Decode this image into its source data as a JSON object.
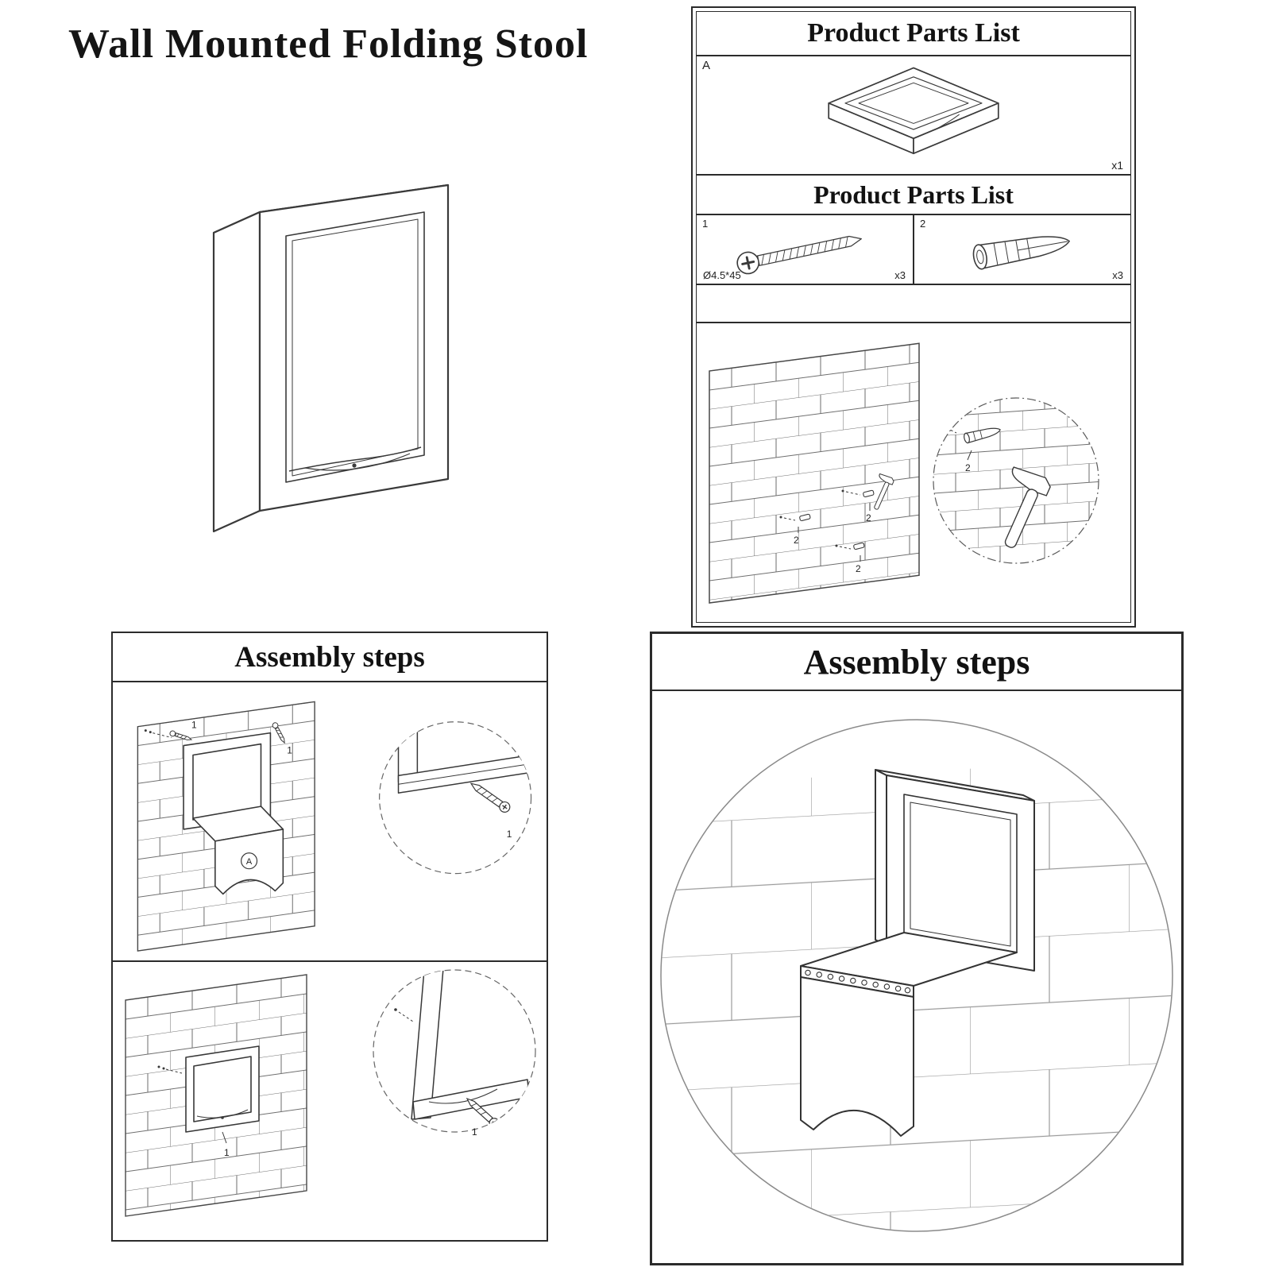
{
  "title": "Wall Mounted Folding Stool",
  "colors": {
    "line": "#3a3a3a",
    "border": "#2b2b2b",
    "brick": "#6e6e6e"
  },
  "parts_panel": {
    "header_top": "Product Parts List",
    "header_hardware": "Product Parts List",
    "part_a": {
      "id": "A",
      "qty": "x1"
    },
    "screw": {
      "id": "1",
      "spec": "Ø4.5*45",
      "qty": "x3"
    },
    "anchor": {
      "id": "2",
      "qty": "x3"
    },
    "install": {
      "anchor_label": "2"
    }
  },
  "assembly_left": {
    "header": "Assembly steps",
    "step1": {
      "screw_label": "1",
      "part_label": "A",
      "detail_label": "1"
    },
    "step2": {
      "screw_label": "1",
      "detail_label": "1"
    }
  },
  "assembly_right": {
    "header": "Assembly steps"
  }
}
